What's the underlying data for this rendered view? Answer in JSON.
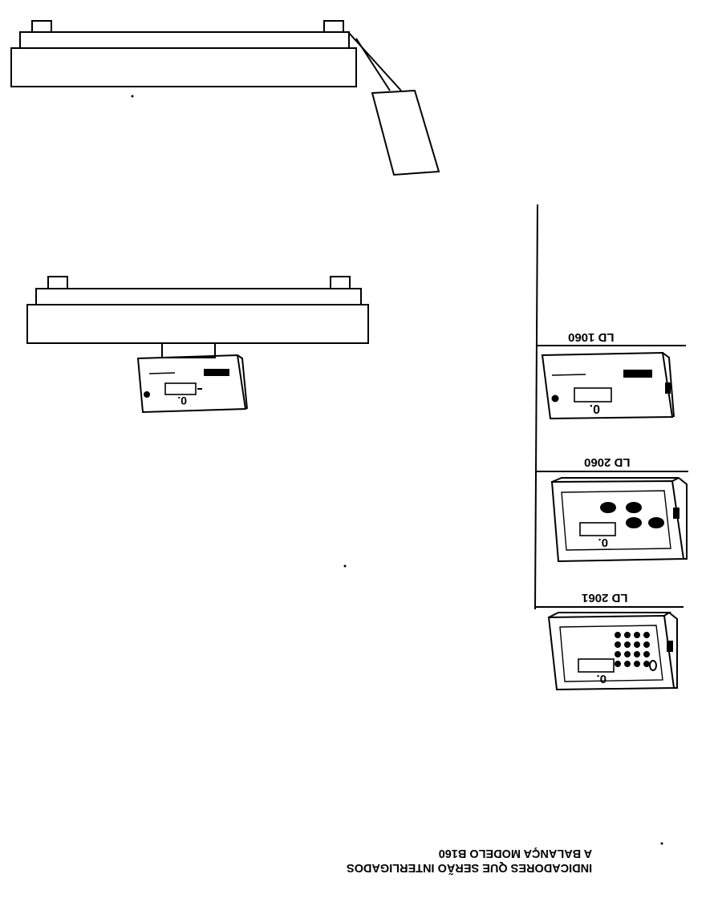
{
  "labels": {
    "ld1060": "LD 1060",
    "ld2060": "LD 2060",
    "ld2061": "LD 2061"
  },
  "caption": {
    "line1": "INDICADORES QUE SERÃO INTERLIGADOS",
    "line2": "A BALANÇA MODELO B160"
  },
  "indicator_display_value": "0."
}
